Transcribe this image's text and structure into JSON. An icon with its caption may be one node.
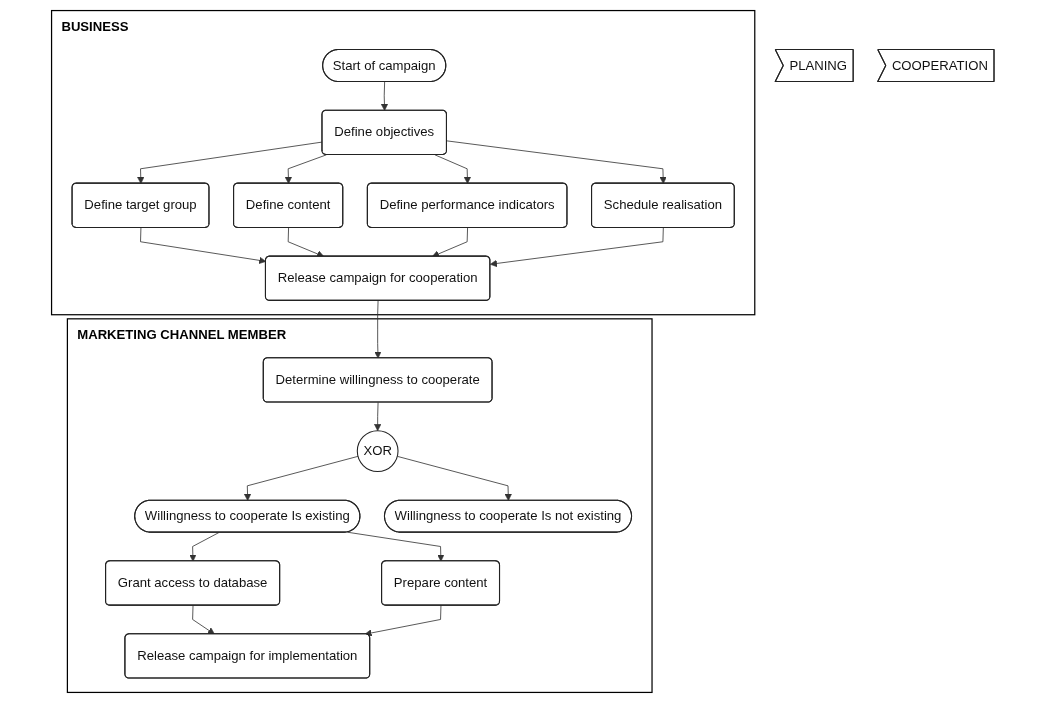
{
  "diagram": {
    "nodes": [
      {
        "text": [
          "PLANING"
        ]
      },
      {
        "text": [
          "COOPERATION"
        ]
      },
      {
        "text": [
          "BUSINESS"
        ]
      },
      {
        "text": [
          "Start of campaign"
        ],
        "in": 2
      },
      {
        "text": [
          "Define objectives"
        ],
        "in": 2
      },
      {
        "text": [
          "Define target group"
        ],
        "in": 2
      },
      {
        "text": [
          "Define content"
        ],
        "in": 2
      },
      {
        "text": [
          "Define performance indicators"
        ],
        "in": 2
      },
      {
        "text": [
          "Schedule realisation"
        ],
        "in": 2
      },
      {
        "text": [
          "Release campaign for cooperation"
        ],
        "in": 2
      },
      {
        "text": [
          "MARKETING CHANNEL MEMBER"
        ]
      },
      {
        "text": [
          "Determine willingness to cooperate"
        ],
        "in": 10
      },
      {
        "text": [
          "XOR"
        ],
        "in": 10
      },
      {
        "text": [
          "Willingness to cooperate Is existing"
        ],
        "in": 10
      },
      {
        "text": [
          "Willingness to cooperate Is not existing"
        ],
        "in": 10
      },
      {
        "text": [
          "Grant access to database"
        ],
        "in": 10
      },
      {
        "text": [
          "Prepare content"
        ],
        "in": 10
      },
      {
        "text": [
          "Release campaign for implementation"
        ],
        "in": 10
      }
    ],
    "edges": [
      {
        "from": 3,
        "to": 4,
        "arrow": "to"
      },
      {
        "from": 4,
        "to": 5,
        "arrow": "to"
      },
      {
        "from": 4,
        "to": 6,
        "arrow": "to"
      },
      {
        "from": 4,
        "to": 7,
        "arrow": "to"
      },
      {
        "from": 4,
        "to": 8,
        "arrow": "to"
      },
      {
        "from": 5,
        "to": 9,
        "arrow": "to"
      },
      {
        "from": 6,
        "to": 9,
        "arrow": "to"
      },
      {
        "from": 7,
        "to": 9,
        "arrow": "to"
      },
      {
        "from": 8,
        "to": 9,
        "arrow": "to"
      },
      {
        "from": 9,
        "to": 11,
        "arrow": "to"
      },
      {
        "from": 11,
        "to": 12,
        "arrow": "to"
      },
      {
        "from": 12,
        "to": 13,
        "arrow": "to"
      },
      {
        "from": 12,
        "to": 14,
        "arrow": "to"
      },
      {
        "from": 13,
        "to": 15,
        "arrow": "to"
      },
      {
        "from": 13,
        "to": 16,
        "arrow": "to"
      },
      {
        "from": 15,
        "to": 17,
        "arrow": "to"
      },
      {
        "from": 16,
        "to": 17,
        "arrow": "to"
      }
    ]
  }
}
